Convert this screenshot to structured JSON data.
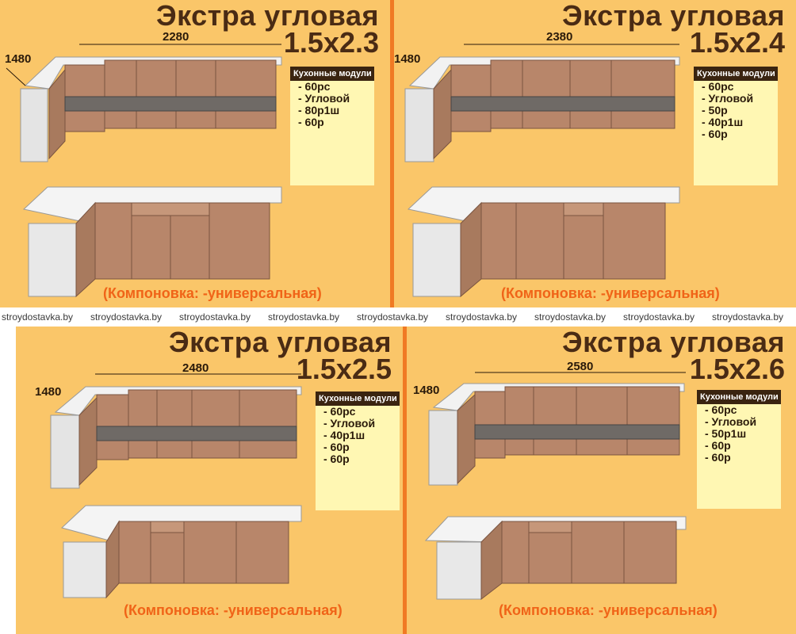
{
  "panels": [
    {
      "title": "Экстра угловая",
      "size": "1.5x2.3",
      "width": "2280",
      "depth": "1480",
      "modules_header": "Кухонные модули",
      "modules": [
        "- 60рс",
        "- Угловой",
        "- 80р1ш",
        "- 60р"
      ],
      "layout": "(Компоновка: -универсальная)"
    },
    {
      "title": "Экстра угловая",
      "size": "1.5x2.4",
      "width": "2380",
      "depth": "1480",
      "modules_header": "Кухонные модули",
      "modules": [
        "- 60рс",
        "- Угловой",
        "- 50р",
        "- 40р1ш",
        "- 60р"
      ],
      "layout": "(Компоновка: -универсальная)"
    },
    {
      "title": "Экстра угловая",
      "size": "1.5x2.5",
      "width": "2480",
      "depth": "1480",
      "modules_header": "Кухонные модули",
      "modules": [
        "- 60рс",
        "- Угловой",
        "- 40р1ш",
        "- 60р",
        "- 60р"
      ],
      "layout": "(Компоновка: -универсальная)"
    },
    {
      "title": "Экстра угловая",
      "size": "1.5x2.6",
      "width": "2580",
      "depth": "1480",
      "modules_header": "Кухонные модули",
      "modules": [
        "- 60рс",
        "- Угловой",
        "- 50р1ш",
        "- 60р",
        "- 60р"
      ],
      "layout": "(Компоновка: -универсальная)"
    }
  ],
  "watermark": "stroydostavka.by",
  "colors": {
    "background": "#fac669",
    "title": "#4a2b14",
    "accent": "#f06418",
    "wood": "#b8866a",
    "countertop": "#eeeeee"
  }
}
